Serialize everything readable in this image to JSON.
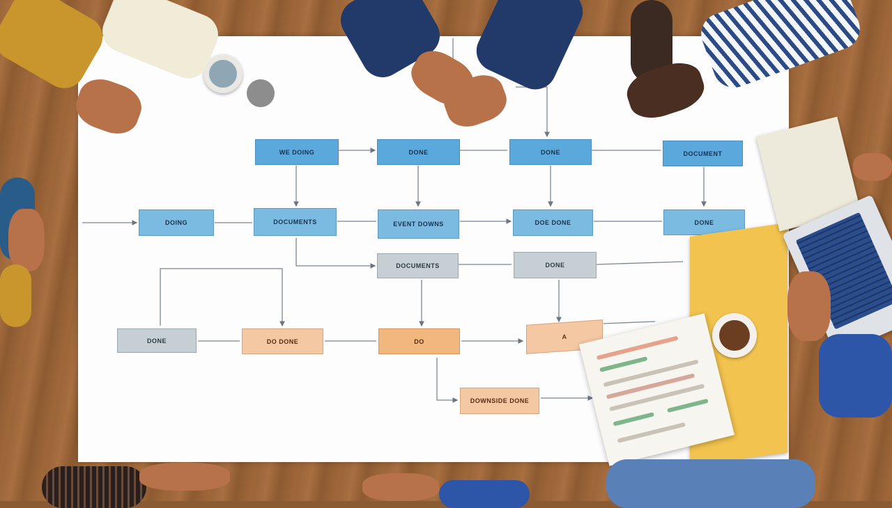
{
  "flowchart": {
    "row1": [
      "WE DOING",
      "DONE",
      "DONE",
      "DOCUMENT"
    ],
    "row2": [
      "DOING",
      "DOCUMENTS",
      "EVENT DOWNS",
      "DOE DONE",
      "DONE"
    ],
    "row3": [
      "DOCUMENTS",
      "DONE"
    ],
    "row4": [
      "DONE",
      "DO DONE",
      "DO",
      "A"
    ],
    "row5": [
      "DOWNSIDE DONE"
    ]
  },
  "colors": {
    "table": "#9a6538",
    "paper": "#fdfdfd",
    "box_blue": "#5aa8dc",
    "box_gray": "#c6cfd4",
    "box_orange": "#f2b77e",
    "yellow_sheet": "#f2c34e"
  }
}
